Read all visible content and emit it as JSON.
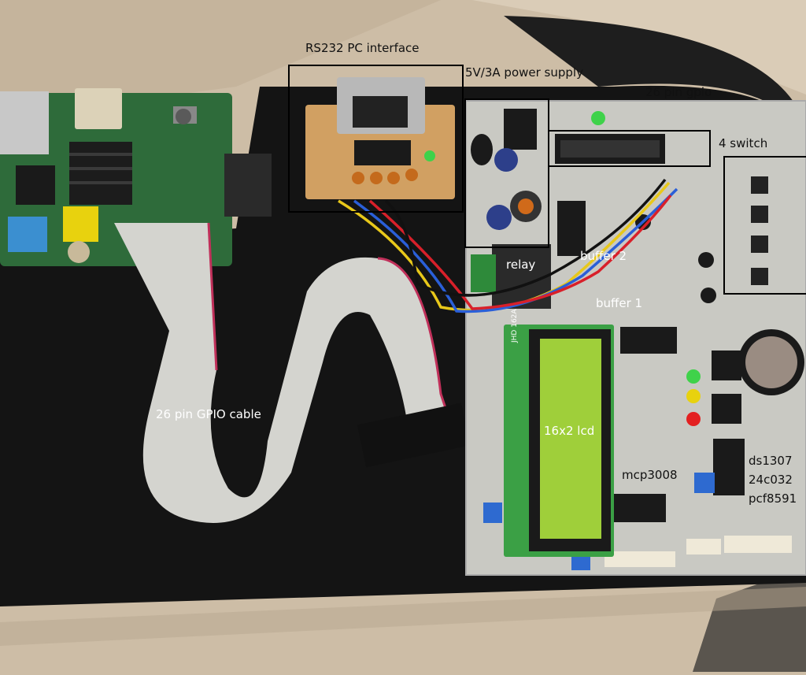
{
  "annotations": {
    "rs232": "RS232 PC interface",
    "power_supply": "5V/3A power supply",
    "gpio_26": "26 pin gpio",
    "switch_4": "4 switch",
    "relay": "relay",
    "buffer2": "buffer 2",
    "buffer1": "buffer 1",
    "gpio_cable": "26 pin GPIO cable",
    "lcd": "16x2 lcd",
    "mcp3008": "mcp3008",
    "ds1307": "ds1307",
    "eeprom": "24c032",
    "pcf8591": "pcf8591"
  },
  "markings": {
    "lcd_module": "JHD 162A"
  },
  "colors": {
    "cardboard": "#cdbda6",
    "mat": "#141414",
    "pcb": "#c9c9c3",
    "raspberry_pi_board": "#2e6b3a",
    "lcd_screen": "#9fcf3a",
    "ribbon_cable": "#d4d4cf",
    "ribbon_stripe": "#c0305a"
  }
}
